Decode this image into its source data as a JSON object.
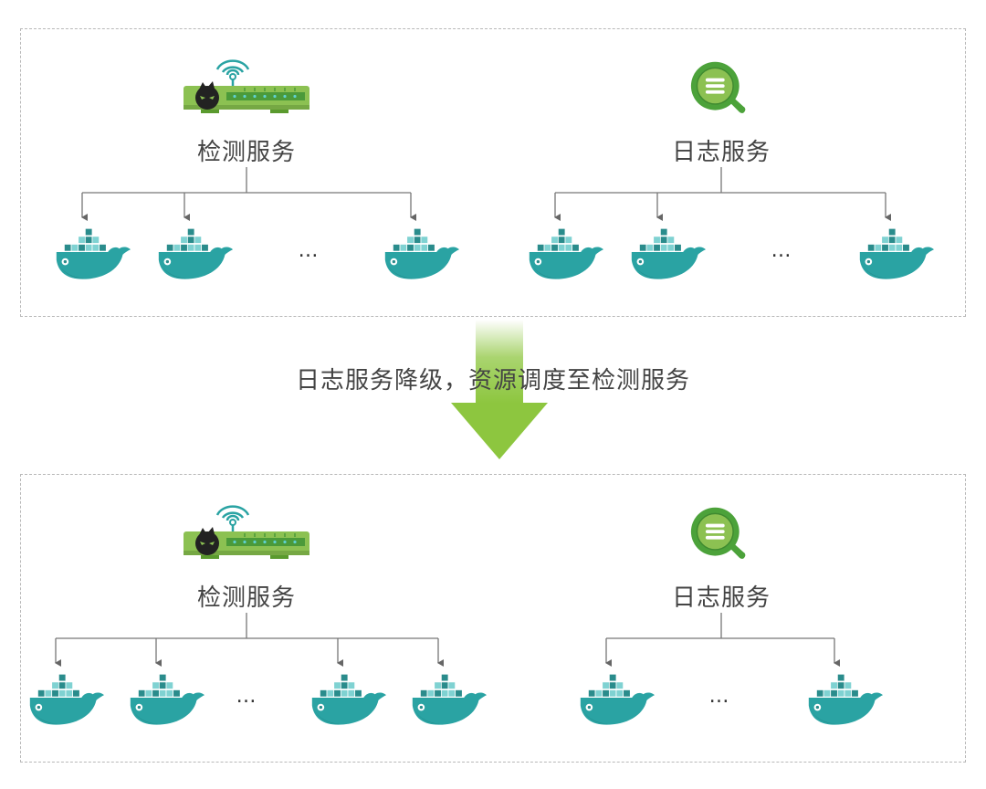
{
  "colors": {
    "router_green": "#8cc152",
    "magnifier_green": "#4ca23a",
    "whale_teal": "#2aa3a3",
    "arrow_green": "#8dc63f",
    "connector": "#777777"
  },
  "transition": {
    "caption": "日志服务降级，资源调度至检测服务"
  },
  "before": {
    "detection": {
      "label": "检测服务",
      "icon": "router-icon",
      "containers_shown": 3,
      "ellipsis": "…"
    },
    "logging": {
      "label": "日志服务",
      "icon": "log-magnifier-icon",
      "containers_shown": 3,
      "ellipsis": "…"
    }
  },
  "after": {
    "detection": {
      "label": "检测服务",
      "icon": "router-icon",
      "containers_shown": 4,
      "ellipsis": "…"
    },
    "logging": {
      "label": "日志服务",
      "icon": "log-magnifier-icon",
      "containers_shown": 2,
      "ellipsis": "…"
    }
  }
}
